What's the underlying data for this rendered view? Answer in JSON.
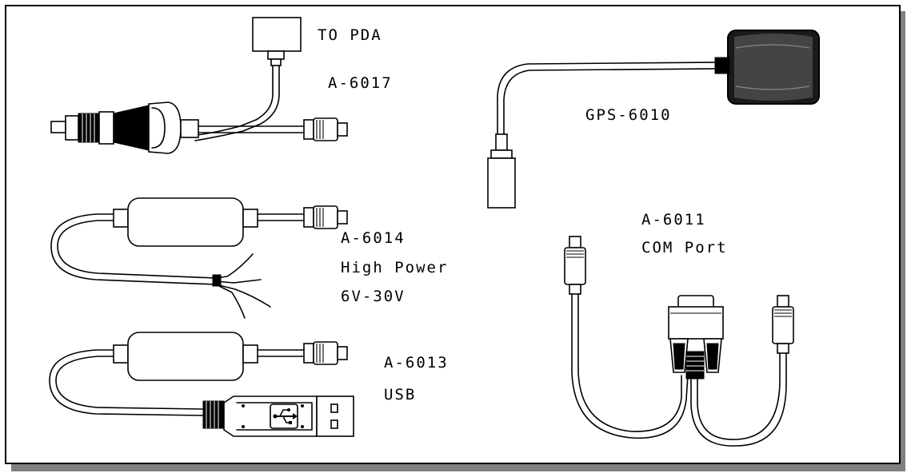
{
  "labels": {
    "to_pda": "TO PDA",
    "a6017": "A-6017",
    "gps6010": "GPS-6010",
    "a6014": "A-6014",
    "a6014_line2": "High Power",
    "a6014_line3": "6V-30V",
    "a6011": "A-6011",
    "a6011_line2": "COM Port",
    "a6013": "A-6013",
    "a6013_line2": "USB"
  },
  "icons": {
    "usb_symbol": "usb-trident-icon"
  },
  "colors": {
    "ink": "#000000",
    "paper": "#ffffff",
    "shadow": "#808080"
  }
}
